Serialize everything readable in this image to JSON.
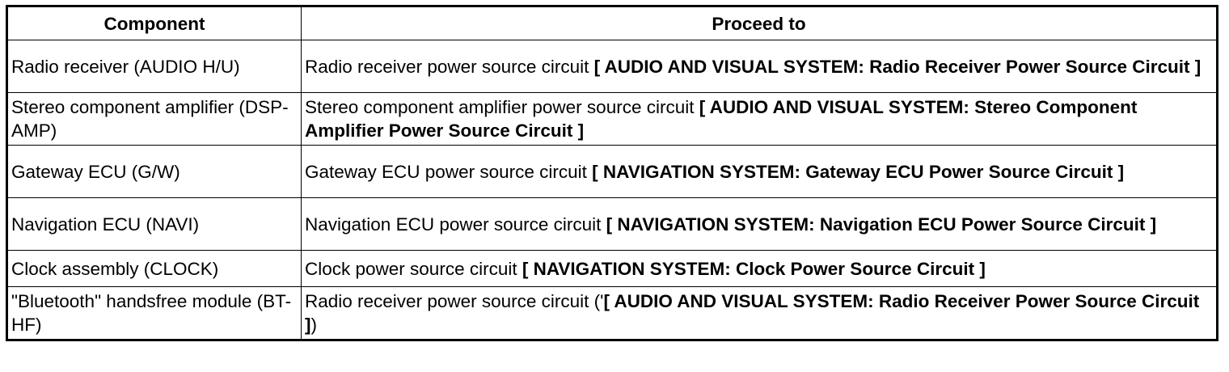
{
  "table": {
    "headers": [
      "Component",
      "Proceed to"
    ],
    "rows": [
      {
        "component": "Radio receiver (AUDIO H/U)",
        "proceed_prefix": "Radio receiver power source circuit ",
        "proceed_ref": "[ AUDIO AND VISUAL SYSTEM: Radio Receiver Power Source Circuit ]",
        "proceed_suffix": ""
      },
      {
        "component": "Stereo component amplifier (DSP-AMP)",
        "proceed_prefix": "Stereo component amplifier power source circuit ",
        "proceed_ref": "[ AUDIO AND VISUAL SYSTEM: Stereo Component Amplifier Power Source Circuit ]",
        "proceed_suffix": ""
      },
      {
        "component": "Gateway ECU (G/W)",
        "proceed_prefix": "Gateway ECU power source circuit ",
        "proceed_ref": "[ NAVIGATION SYSTEM: Gateway ECU Power Source Circuit ]",
        "proceed_suffix": ""
      },
      {
        "component": "Navigation ECU (NAVI)",
        "proceed_prefix": "Navigation ECU power source circuit ",
        "proceed_ref": "[ NAVIGATION SYSTEM: Navigation ECU Power Source Circuit ]",
        "proceed_suffix": ""
      },
      {
        "component": "Clock assembly (CLOCK)",
        "proceed_prefix": "Clock power source circuit ",
        "proceed_ref": "[ NAVIGATION SYSTEM: Clock Power Source Circuit ]",
        "proceed_suffix": ""
      },
      {
        "component": "\"Bluetooth\" handsfree module (BT-HF)",
        "proceed_prefix": "Radio receiver power source circuit ('",
        "proceed_ref": "[ AUDIO AND VISUAL SYSTEM: Radio Receiver Power Source Circuit ]",
        "proceed_suffix": ")"
      }
    ]
  }
}
